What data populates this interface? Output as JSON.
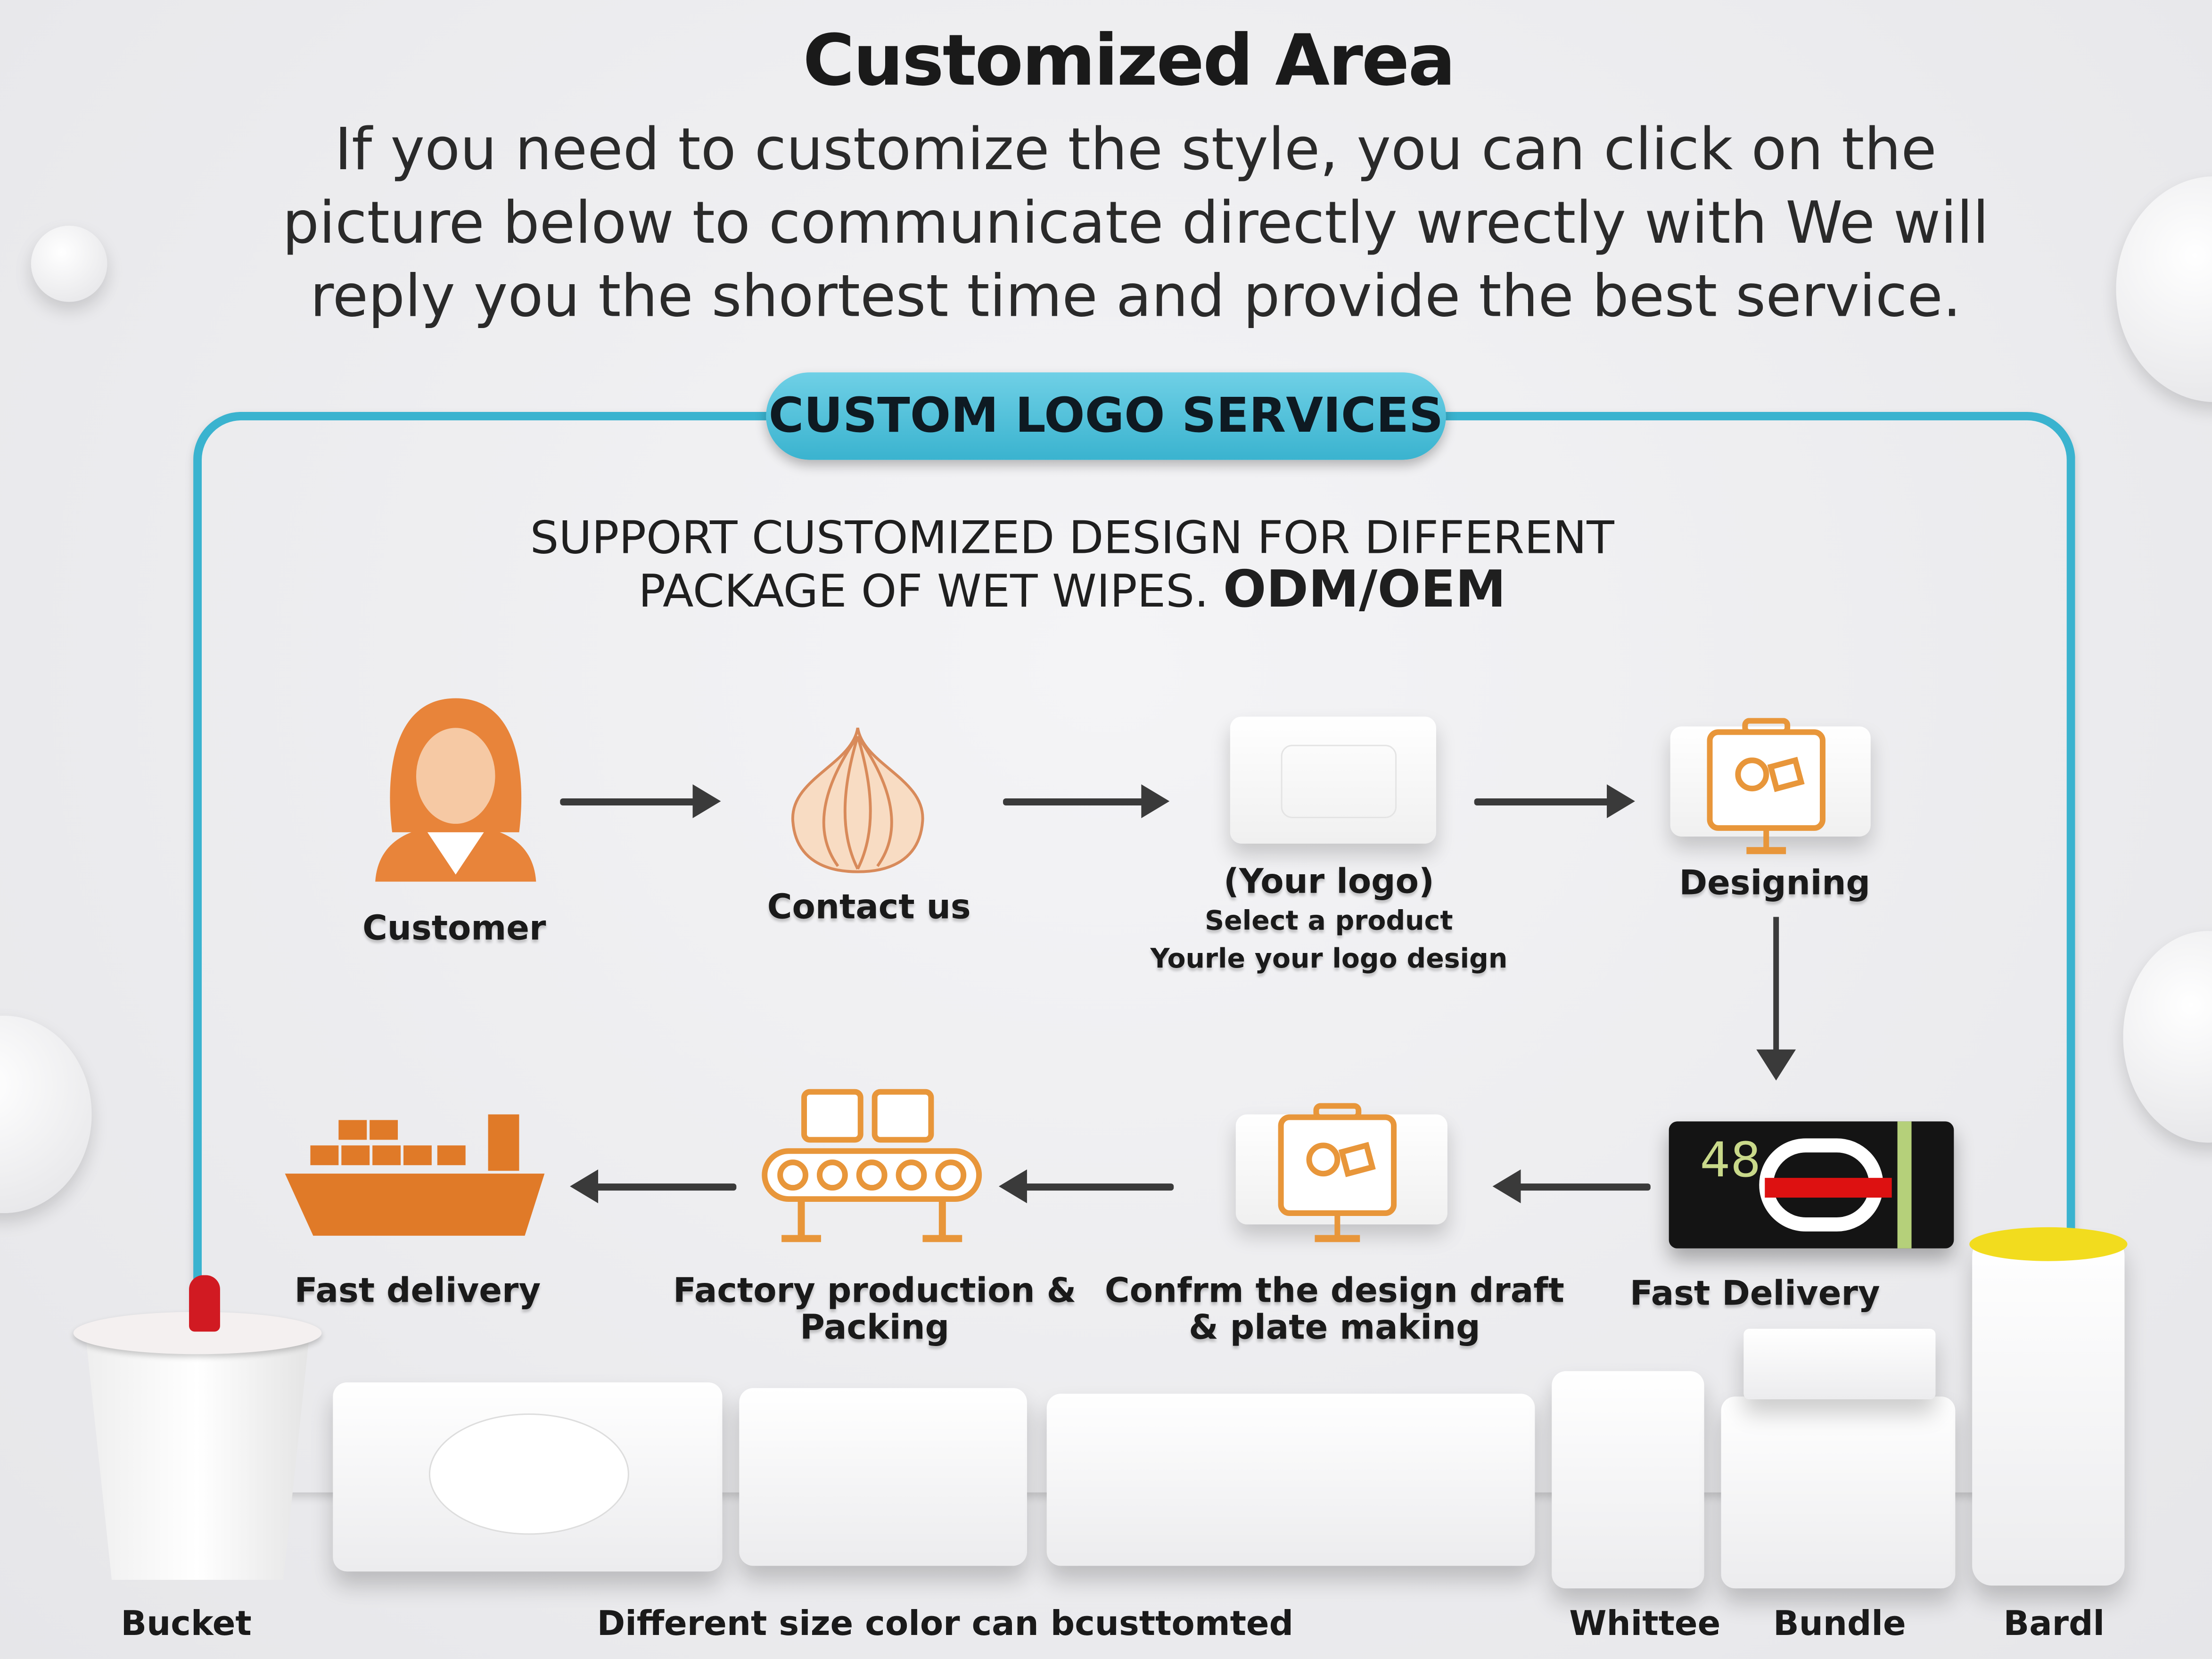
{
  "header": {
    "title": "Customized Area",
    "subtitle": "If you need to customize the style, you can click on the picture below to communicate directly wrectly with We will reply you the shortest time and provide the best service."
  },
  "section": {
    "badge": "CUSTOM LOGO SERVICES",
    "support_line1": "SUPPORT CUSTOMIZED DESIGN FOR DIFFERENT",
    "support_line2": "PACKAGE OF WET WIPES.",
    "support_bold": "ODM/OEM"
  },
  "steps": {
    "customer": "Customer",
    "contact": "Contact us",
    "your_logo": "(Your logo)",
    "select": "Select a product",
    "design_line": "Yourle your logo design",
    "designing": "Designing",
    "fast_delivery_pack": "Fast Delivery",
    "confirm1": "Confrm the design draft",
    "confirm2": "& plate making",
    "factory1": "Factory production &",
    "factory2": "Packing",
    "fast_delivery": "Fast delivery",
    "pack_count": "48"
  },
  "products": {
    "bucket": "Bucket",
    "different": "Different size color can bcusttomted",
    "whittee": "Whittee",
    "bundle": "Bundle",
    "bardl": "Bardl"
  },
  "colors": {
    "accent": "#3ab3cf",
    "orange": "#e8963a",
    "dark": "#1a1a1a"
  }
}
